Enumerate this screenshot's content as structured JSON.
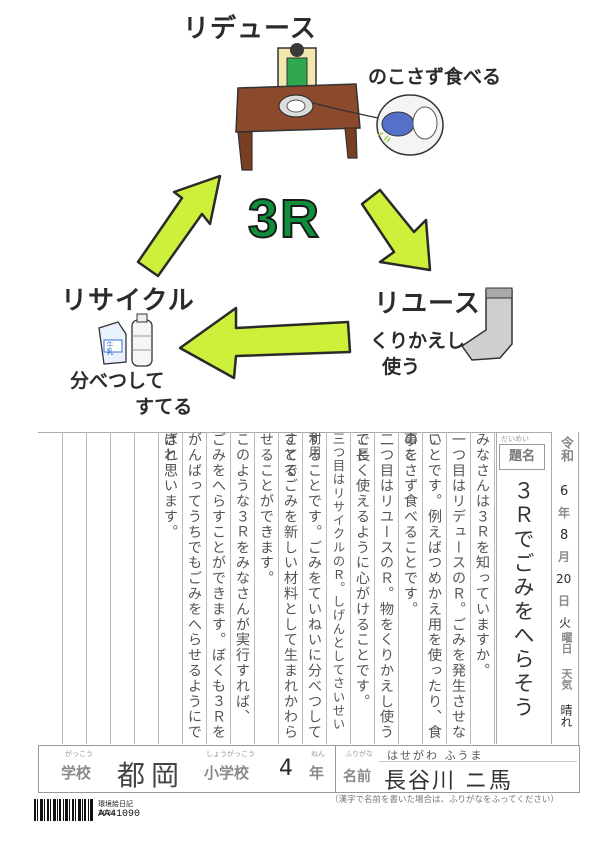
{
  "drawing": {
    "center_label": "3R",
    "reduce": {
      "title": "リデュース",
      "caption": "のこさず食べる"
    },
    "reuse": {
      "title": "リユース",
      "caption_line1": "くりかえし",
      "caption_line2": "使う"
    },
    "recycle": {
      "title": "リサイクル",
      "caption_line1": "分べつして",
      "caption_line2": "すてる"
    },
    "milk_carton_text": "牛乳",
    "colors": {
      "arrow": "#cdf03a",
      "arrow_outline": "#2a2a2a",
      "center_green": "#0f8f3a",
      "desk": "#8b4a2b",
      "shirt": "#2fa84f"
    }
  },
  "form": {
    "era_label": "令和",
    "year": "6",
    "year_label": "年",
    "month": "8",
    "month_label": "月",
    "day": "20",
    "day_label": "日",
    "weekday": "火",
    "weekday_label": "曜日",
    "weather_label": "天気",
    "weather": "晴れ",
    "title_label": "題名",
    "title_furigana": "だいめい",
    "title": "３Ｒでごみをへらそう",
    "body_lines": [
      "みなさんは３Ｒを知っていますか。",
      "一つ目はリデュースのＲ。ごみを発生させない",
      "ことです。例えばつめかえ用を使ったり、食事を",
      "のこさず食べることです。",
      "二つ目はリユースのＲ。物をくりかえし使うこと",
      "で長く使えるように心がけることです。",
      "三つ目はリサイクルのＲ。しげんとしてさいせい利用",
      "することです。ごみをていねいに分べつしてすてる",
      "ことでごみを新しい材料として生まれかわら",
      "せることができます。",
      "このような３Ｒをみなさんが実行すれば、",
      "ごみをへらすことができます。ぼくも３Ｒを",
      "がんばってうちでもごみをへらせるようにできれ",
      "ばと思います。"
    ],
    "school_label": "学校",
    "school_label_furigana": "がっこう",
    "school_name": "都岡",
    "school_suffix": "小学校",
    "school_suffix_furigana": "しょうがっこう",
    "grade": "4",
    "grade_label": "年",
    "grade_furigana": "ねん",
    "name_label": "名前",
    "name_furigana_label": "ふりがな",
    "name_kana": "はせがわ ふうま",
    "name": "長谷川 ニ馬",
    "name_note": "（漢字で名前を書いた場合は、ふりがなをふってください）",
    "diary_label": "環境絵日記2024",
    "code": "AA41090"
  }
}
